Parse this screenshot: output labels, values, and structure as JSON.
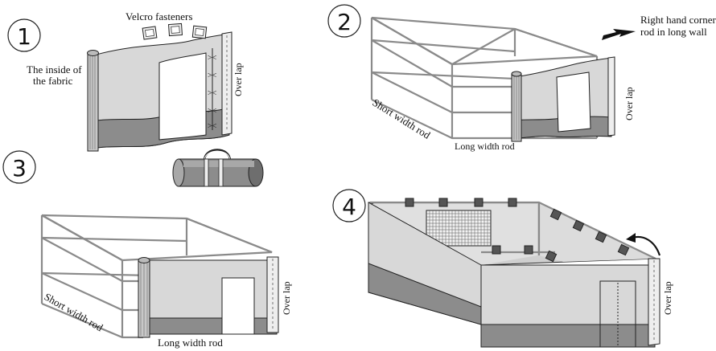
{
  "steps": [
    "1",
    "2",
    "3",
    "4"
  ],
  "labels": {
    "velcro": "Velcro fasteners",
    "inside_line1": "The inside of",
    "inside_line2": "the fabric",
    "overlap": "Over lap",
    "right_corner_line1": "Right hand corner",
    "right_corner_line2": "rod in long wall",
    "short_width_rod": "Short width rod",
    "long_width_rod": "Long width rod"
  },
  "colors": {
    "fabric_light": "#d8d8d8",
    "fabric_dark": "#8c8c8c",
    "frame_rod": "#8a8a8a",
    "outline": "#222222"
  }
}
